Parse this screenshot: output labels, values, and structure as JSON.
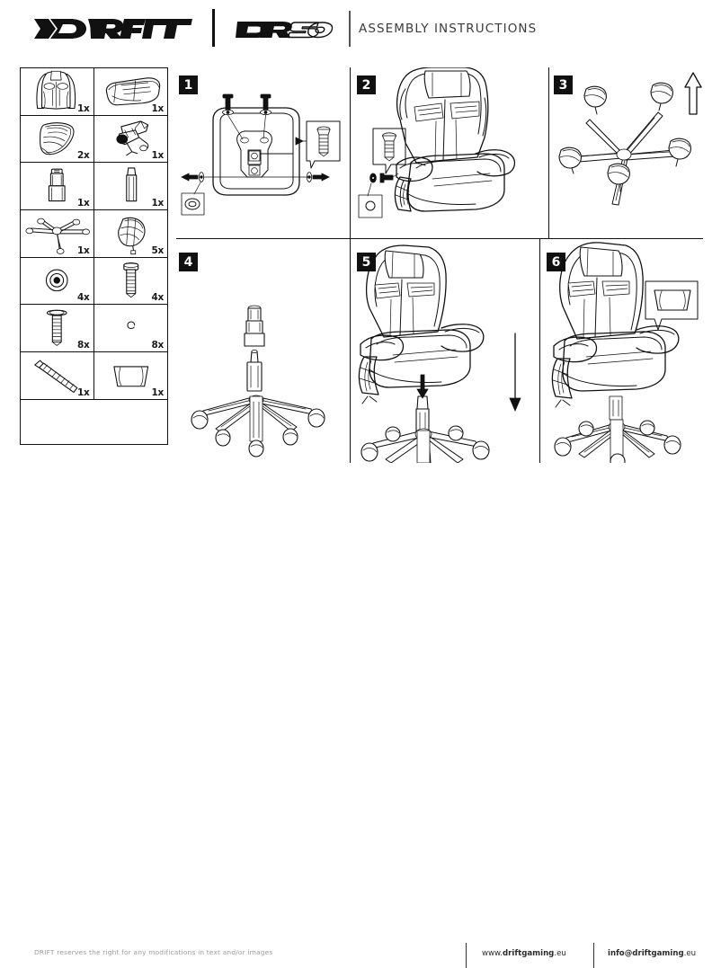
{
  "header": {
    "brand": "DRIFT",
    "model": "DR50",
    "title": "ASSEMBLY INSTRUCTIONS"
  },
  "parts_list": [
    {
      "id": "backrest",
      "name": "backrest",
      "qty": "1x"
    },
    {
      "id": "seat",
      "name": "seat-base",
      "qty": "1x"
    },
    {
      "id": "armrest",
      "name": "armrest",
      "qty": "2x"
    },
    {
      "id": "tilt-mechanism",
      "name": "tilt-mechanism",
      "qty": "1x"
    },
    {
      "id": "gas-cylinder",
      "name": "gas-cylinder",
      "qty": "1x"
    },
    {
      "id": "cylinder-cover",
      "name": "cylinder-cover",
      "qty": "1x"
    },
    {
      "id": "base",
      "name": "five-star-base",
      "qty": "1x"
    },
    {
      "id": "caster",
      "name": "caster-wheel",
      "qty": "5x"
    },
    {
      "id": "washer-large",
      "name": "large-washer",
      "qty": "4x"
    },
    {
      "id": "screw-short",
      "name": "short-screw",
      "qty": "4x"
    },
    {
      "id": "screw-long",
      "name": "long-screw",
      "qty": "8x"
    },
    {
      "id": "washer-small",
      "name": "small-washer",
      "qty": "8x"
    },
    {
      "id": "allen-key",
      "name": "allen-key",
      "qty": "1x"
    },
    {
      "id": "cushion",
      "name": "headrest-cushion",
      "qty": "1x"
    }
  ],
  "steps": [
    {
      "number": "1",
      "name": "attach-tilt-mechanism-to-seat"
    },
    {
      "number": "2",
      "name": "attach-armrests-and-backrest"
    },
    {
      "number": "3",
      "name": "insert-casters-into-base"
    },
    {
      "number": "4",
      "name": "insert-gas-cylinder-into-base"
    },
    {
      "number": "5",
      "name": "mount-seat-onto-cylinder"
    },
    {
      "number": "6",
      "name": "attach-headrest-cushion"
    }
  ],
  "footer": {
    "disclaimer": "DRIFT reserves the right for any modifications in text and/or images",
    "website_prefix": "www.",
    "website_bold": "driftgaming",
    "website_suffix": ".eu",
    "email_bold": "info@driftgaming",
    "email_suffix": ".eu"
  },
  "colors": {
    "ink": "#111111",
    "paper": "#ffffff",
    "muted": "#9a9a9a"
  }
}
